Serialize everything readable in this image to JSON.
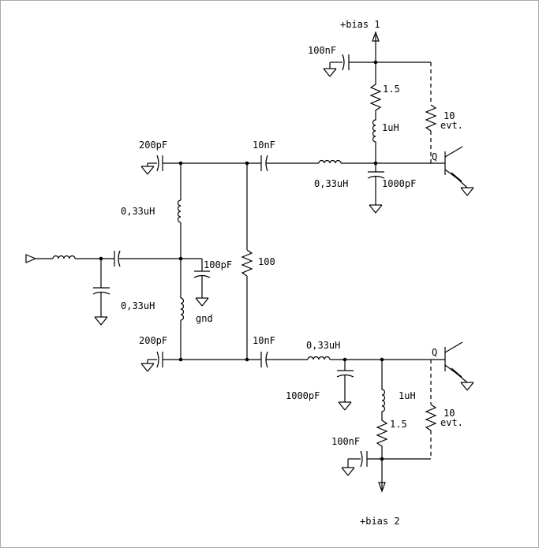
{
  "labels": {
    "bias1": "+bias 1",
    "bias2": "+bias 2",
    "c_top_bias": "100nF",
    "c_bot_bias": "100nF",
    "r_top_1_5": "1.5",
    "r_bot_1_5": "1.5",
    "l_top_1uh": "1uH",
    "l_bot_1uh": "1uH",
    "r_top_10": "10",
    "r_top_evt": "evt.",
    "r_bot_10": "10",
    "r_bot_evt": "evt.",
    "c_top_200": "200pF",
    "c_bot_200": "200pF",
    "c_top_10nf": "10nF",
    "c_bot_10nf": "10nF",
    "l_top_033_series": "0,33uH",
    "l_bot_033_series": "0,33uH",
    "c_top_1000": "1000pF",
    "c_bot_1000": "1000pF",
    "q_top": "Q",
    "q_bot": "Q",
    "l_upper_shunt": "0,33uH",
    "l_lower_shunt": "0,33uH",
    "c_mid_100pf": "100pF",
    "gnd": "gnd",
    "r_100": "100"
  }
}
